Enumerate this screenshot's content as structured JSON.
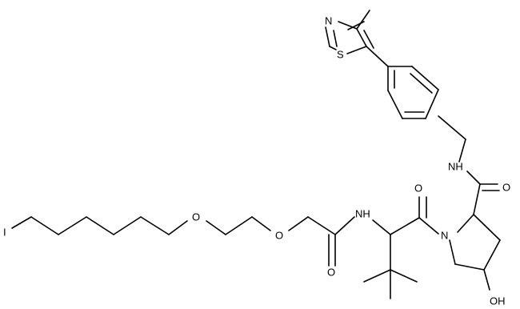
{
  "atoms": {
    "N_thiazole": "N",
    "S_thiazole": "S",
    "NH_amide_top": "NH",
    "O_amide_right": "O",
    "O_carbonyl_center": "O",
    "N_pyrrolidine": "N",
    "OH_pyrrolidine": "OH",
    "NH_amide_left": "NH",
    "O_amide_left": "O",
    "O_ether_right": "O",
    "O_ether_left": "O",
    "I_terminal": "I"
  }
}
